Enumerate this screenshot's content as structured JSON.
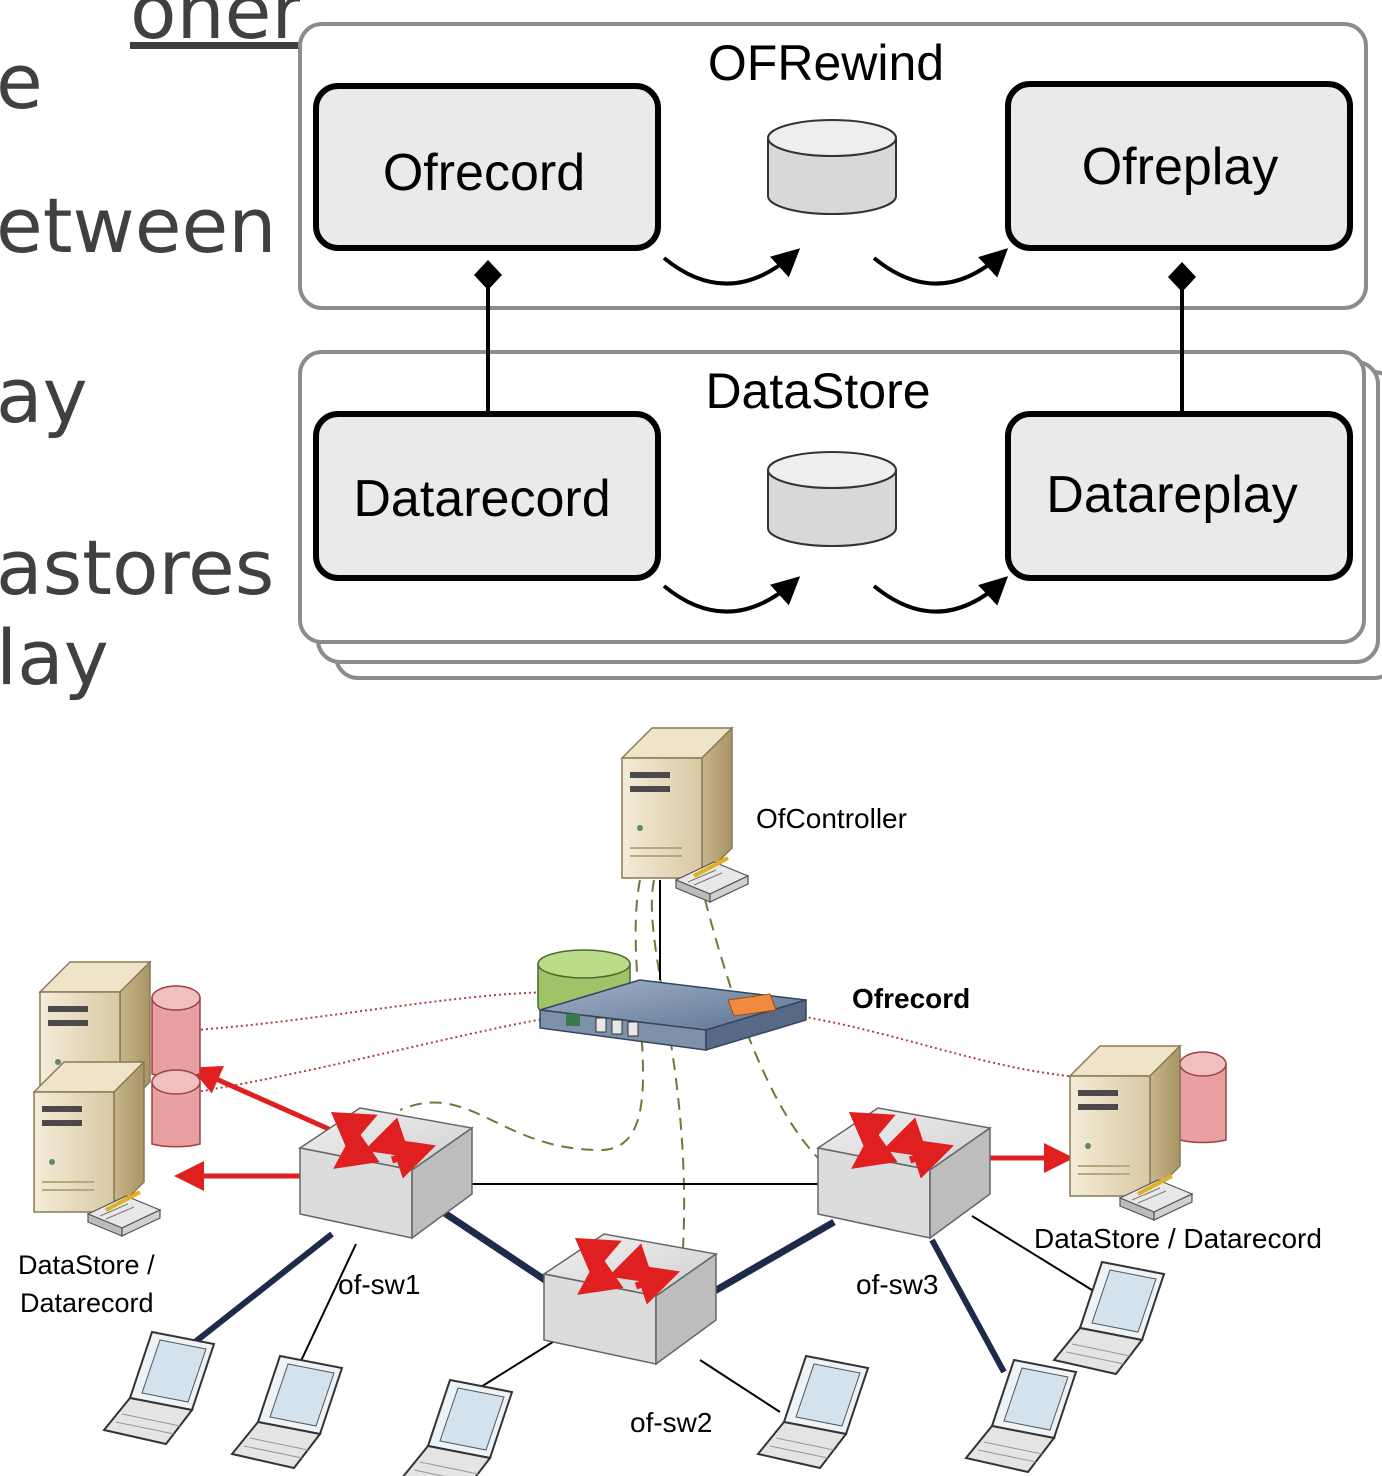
{
  "slide_text": {
    "line_1": "onents:",
    "line_2": "e",
    "line_3": "etween",
    "line_4": "ay",
    "line_5": "astores",
    "line_6": "lay"
  },
  "architecture": {
    "ofrewind": {
      "title": "OFRewind",
      "left_box": "Ofrecord",
      "right_box": "Ofreplay"
    },
    "datastore": {
      "title": "DataStore",
      "left_box": "Datarecord",
      "right_box": "Datareplay"
    }
  },
  "network": {
    "controller_label": "OfController",
    "ofrecord_label": "Ofrecord",
    "datastore_left_label_1": "DataStore /",
    "datastore_left_label_2": "Datarecord",
    "datastore_right_label": "DataStore / Datarecord",
    "switch_1_label": "of-sw1",
    "switch_2_label": "of-sw2",
    "switch_3_label": "of-sw3"
  },
  "colors": {
    "server_beige": "#e8dcc0",
    "database_red": "#e8a0a0",
    "database_green": "#9ec46a",
    "switch_gray": "#d8d8d8",
    "control_link_dashed": "#6b7a3a",
    "data_link_red": "#e02020",
    "trunk_link_navy": "#1e2a4a",
    "box_fill": "#eaeaea"
  }
}
